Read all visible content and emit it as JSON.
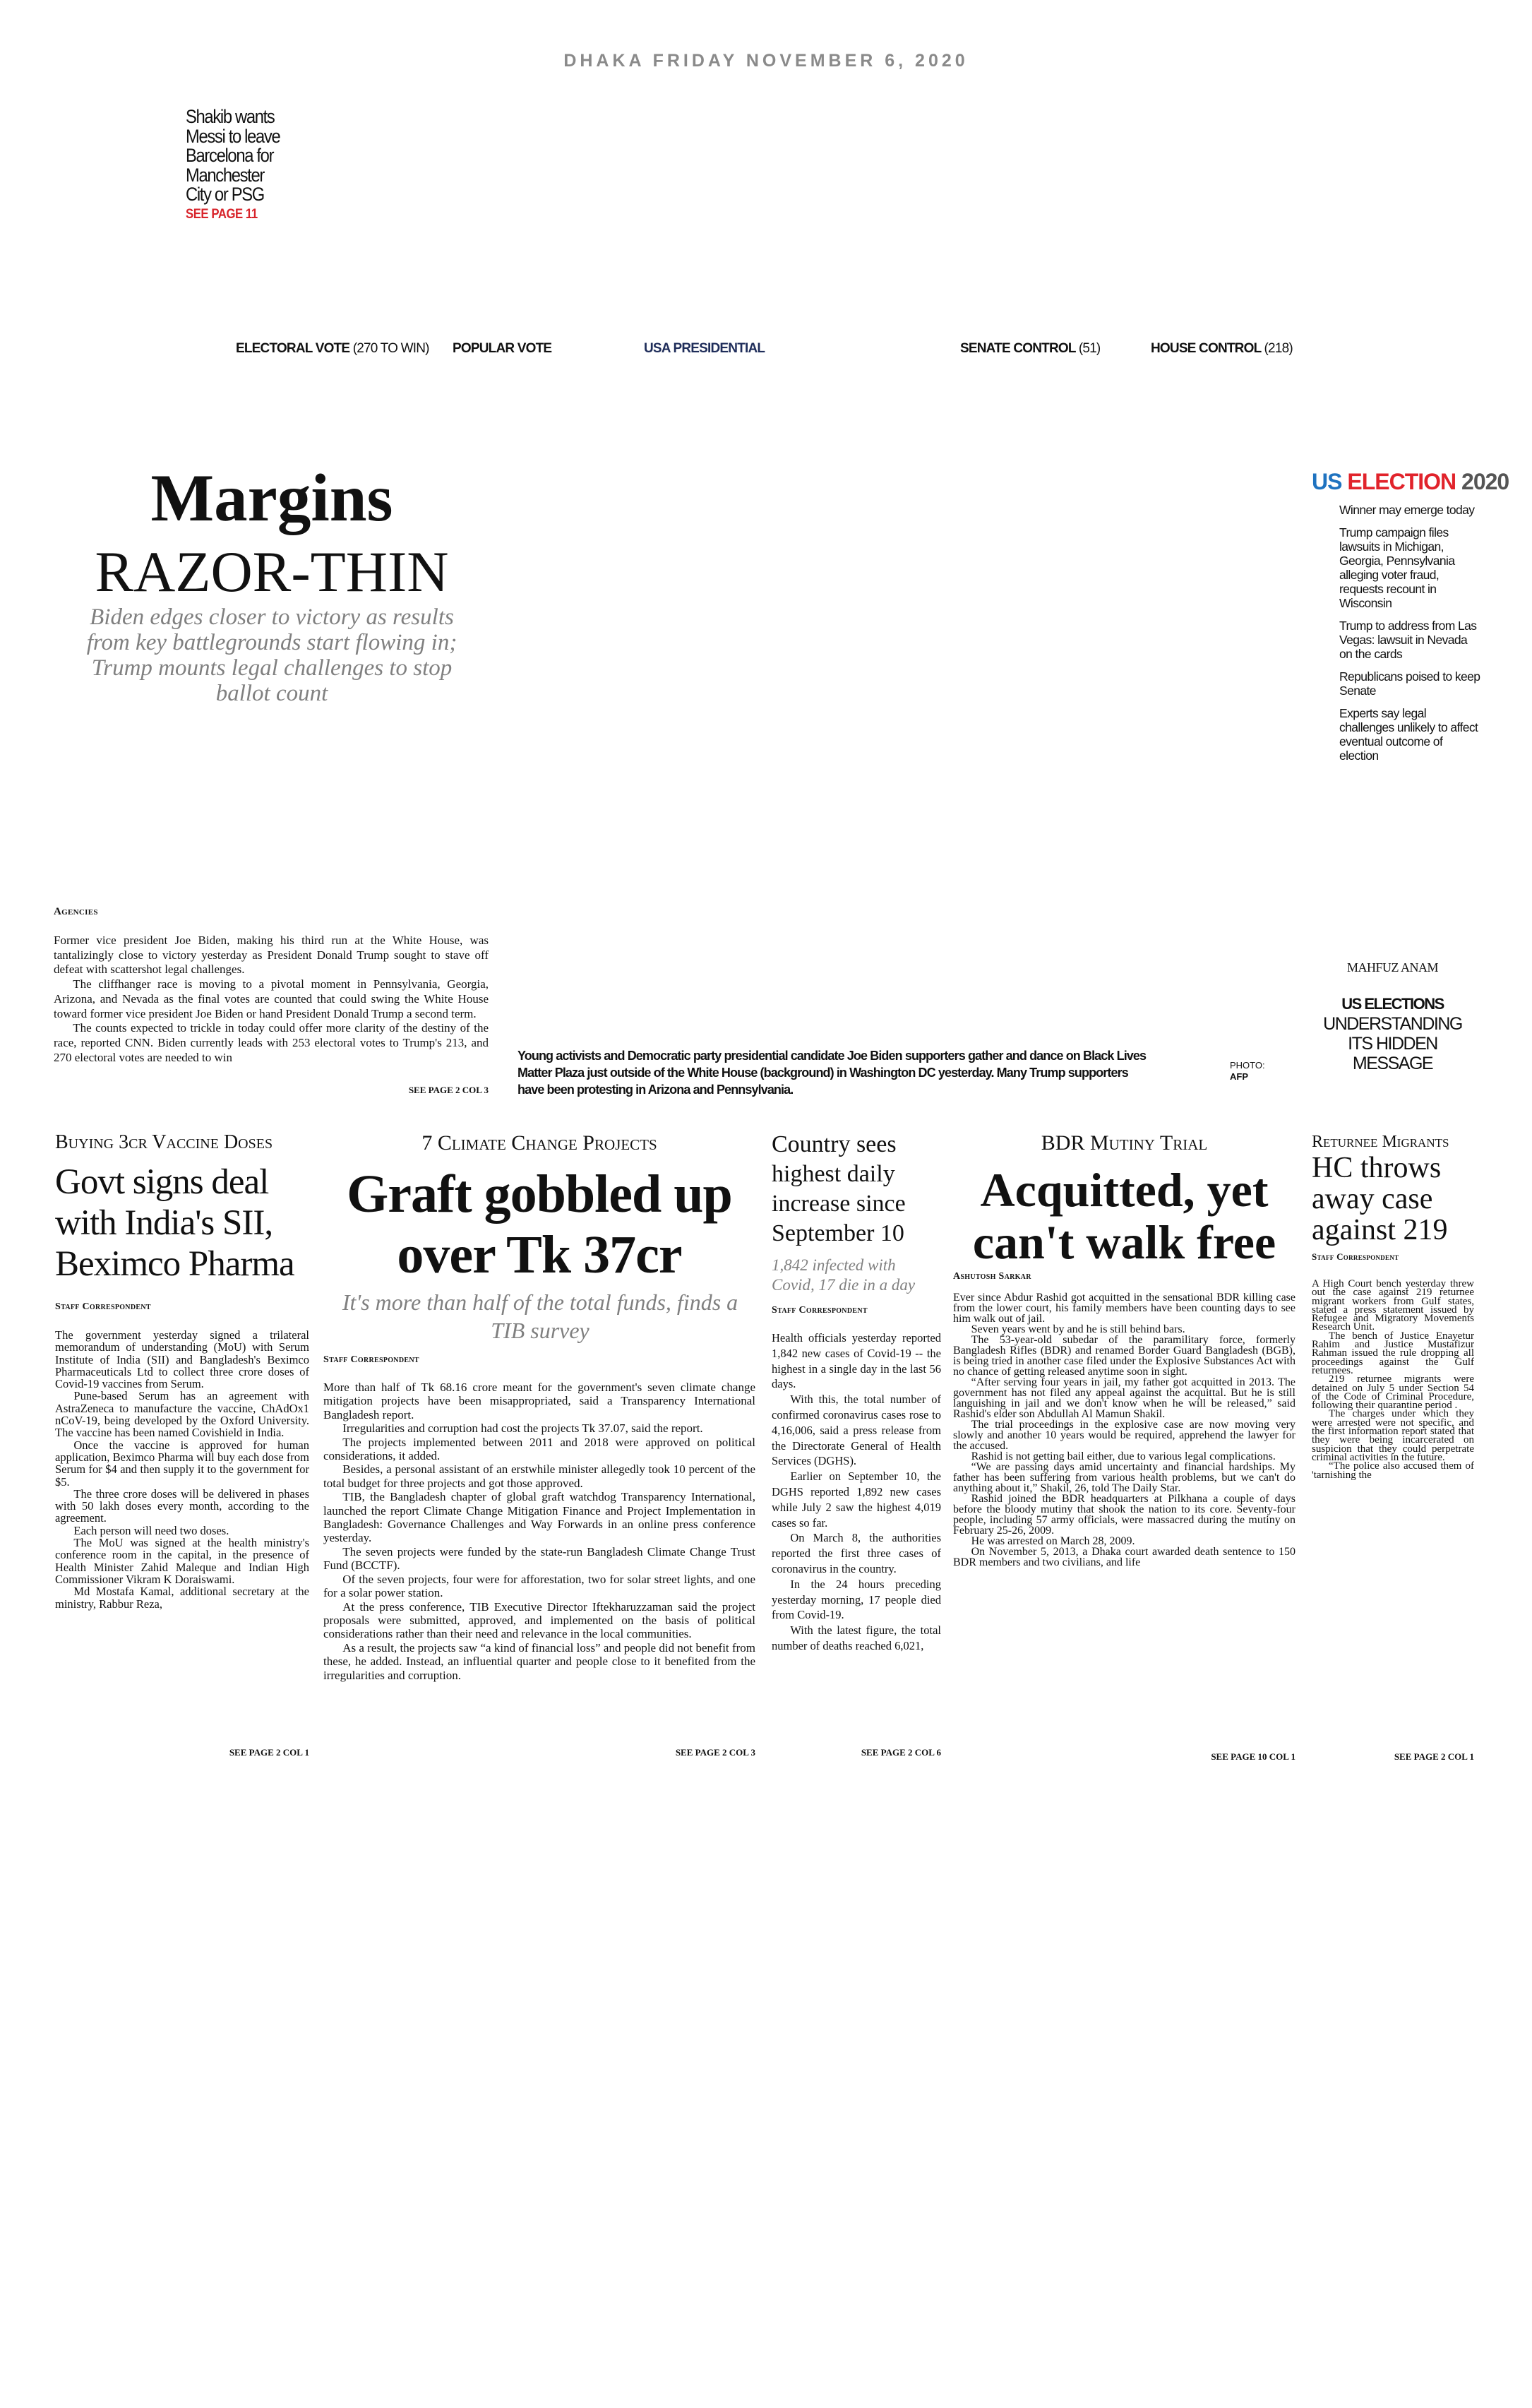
{
  "masthead": {
    "dateline": "DHAKA FRIDAY NOVEMBER 6, 2020"
  },
  "teaser": {
    "lines": [
      "Shakib wants",
      "Messi to leave",
      "Barcelona for",
      "Manchester",
      "City or PSG"
    ],
    "link": "SEE PAGE 11"
  },
  "results_bar": {
    "electoral": {
      "label": "ELECTORAL VOTE",
      "sub": "(270 TO WIN)"
    },
    "popular": {
      "label": "POPULAR VOTE"
    },
    "presidential": {
      "label": "USA PRESIDENTIAL"
    },
    "senate": {
      "label": "SENATE CONTROL",
      "sub": "(51)"
    },
    "house": {
      "label": "HOUSE CONTROL",
      "sub": "(218)"
    }
  },
  "lead": {
    "headline_1": "Margins",
    "headline_2": "RAZOR-THIN",
    "subhead": "Biden edges closer to victory as results from key battlegrounds start flowing in; Trump mounts legal challenges to stop ballot count",
    "byline": "Agencies",
    "body": [
      "Former vice president Joe Biden, making his third run at the White House, was tantalizingly close to victory yesterday as President Donald Trump sought to stave off defeat with scattershot legal challenges.",
      "The cliffhanger race is moving to a pivotal moment in Pennsylvania, Georgia, Arizona, and Nevada as the final votes are counted that could swing the White House toward former vice president Joe Biden or hand President Donald Trump a second term.",
      "The counts expected to trickle in today could offer more clarity of the destiny of the race, reported CNN. Biden currently leads with 253 electoral votes to Trump's 213, and 270 electoral votes are needed to win"
    ],
    "continued": "SEE PAGE 2 COL 3",
    "caption": "Young activists and Democratic party presidential candidate Joe Biden supporters gather and dance on Black Lives Matter Plaza just outside of the White House (background) in Washington DC yesterday. Many Trump supporters have been protesting in Arizona and Pennsylvania.",
    "photo_label": "PHOTO:",
    "photo_credit": "AFP"
  },
  "election_box": {
    "title_us": "US",
    "title_election": "ELECTION",
    "title_year": "2020",
    "bullets": [
      "Winner may emerge today",
      "Trump campaign files lawsuits in Michigan, Georgia, Pennsylvania alleging voter fraud, requests recount in Wisconsin",
      "Trump to address from Las Vegas: lawsuit in Nevada on the cards",
      "Republicans poised to keep Senate",
      "Experts say legal challenges unlikely to affect eventual outcome of election"
    ],
    "colors": {
      "us": "#1f73c0",
      "election": "#e1232b",
      "year": "#555555"
    }
  },
  "opinion": {
    "author": "MAHFUZ ANAM",
    "kicker": "US ELECTIONS",
    "title": [
      "UNDERSTANDING",
      "ITS HIDDEN",
      "MESSAGE"
    ]
  },
  "stories": [
    {
      "kicker": "Buying 3cr Vaccine Doses",
      "headline": "Govt signs deal with India's SII, Beximco Pharma",
      "byline": "Staff Correspondent",
      "body": [
        "The government yesterday signed a trilateral memorandum of understanding (MoU) with Serum Institute of India (SII) and Bangladesh's Beximco Pharmaceuticals Ltd to collect three crore doses of Covid-19 vaccines from Serum.",
        "Pune-based Serum has an agreement with AstraZeneca to manufacture the vaccine, ChAdOx1 nCoV-19, being developed by the Oxford University. The vaccine has been named Covishield in India.",
        "Once the vaccine is approved for human application, Beximco Pharma will buy each dose from Serum for $4 and then supply it to the government for $5.",
        "The three crore doses will be delivered in phases with 50 lakh doses every month, according to the agreement.",
        "Each person will need two doses.",
        "The MoU was signed at the health ministry's conference room in the capital, in the presence of Health Minister Zahid Maleque and Indian High Commissioner Vikram K Doraiswami.",
        "Md Mostafa Kamal, additional secretary at the ministry, Rabbur Reza,"
      ],
      "continued": "SEE PAGE 2 COL 1"
    },
    {
      "kicker": "7 Climate Change Projects",
      "headline": "Graft gobbled up over Tk 37cr",
      "subhead": "It's more than half of the total funds, finds a TIB survey",
      "byline": "Staff Correspondent",
      "body": [
        "More than half of Tk 68.16 crore meant for the government's seven climate change mitigation projects have been misappropriated, said a Transparency International Bangladesh report.",
        "Irregularities and corruption had cost the projects Tk 37.07, said the report.",
        "The projects implemented between 2011 and 2018 were approved on political considerations, it added.",
        "Besides, a personal assistant of an erstwhile minister allegedly took 10 percent of the total budget for three projects and got those approved.",
        "TIB, the Bangladesh chapter of global graft watchdog Transparency International, launched the report Climate Change Mitigation Finance and Project Implementation in Bangladesh: Governance Challenges and Way Forwards in an online press conference yesterday.",
        "The seven projects were funded by the state-run Bangladesh Climate Change Trust Fund (BCCTF).",
        "Of the seven projects, four were for afforestation, two for solar street lights, and one for a solar power station.",
        "At the press conference, TIB Executive Director Iftekharuzzaman said the project proposals were submitted, approved, and implemented on the basis of political considerations rather than their need and relevance in the local communities.",
        "As a result, the projects saw “a kind of financial loss” and people did not benefit from these, he added. Instead, an influential quarter and people close to it benefited from the irregularities and corruption."
      ],
      "continued": "SEE PAGE 2 COL 3"
    },
    {
      "headline": "Country sees highest daily increase since September 10",
      "subhead": "1,842 infected with Covid, 17 die in a day",
      "byline": "Staff Correspondent",
      "body": [
        "Health officials yesterday reported 1,842 new cases of Covid-19 -- the highest in a single day in the last 56 days.",
        "With this, the total number of confirmed coronavirus cases rose to 4,16,006, said a press release from the Directorate General of Health Services (DGHS).",
        "Earlier on September 10, the DGHS reported 1,892 new cases while July 2 saw the highest 4,019 cases so far.",
        "On March 8, the authorities reported the first three cases of coronavirus in the country.",
        "In the 24 hours preceding yesterday morning, 17 people died from Covid-19.",
        "With the latest figure, the total number of deaths reached 6,021,"
      ],
      "continued": "SEE PAGE 2 COL 6"
    },
    {
      "kicker": "BDR Mutiny Trial",
      "headline": "Acquitted, yet can't walk free",
      "byline": "Ashutosh Sarkar",
      "body": [
        "Ever since Abdur Rashid got acquitted in the sensational BDR killing case from the lower court, his family members have been counting days to see him walk out of jail.",
        "Seven years went by and he is still behind bars.",
        "The 53-year-old subedar of the paramilitary force, formerly Bangladesh Rifles (BDR) and renamed Border Guard Bangladesh (BGB), is being tried in another case filed under the Explosive Substances Act with no chance of getting released anytime soon in sight.",
        "“After serving four years in jail, my father got acquitted in 2013. The government has not filed any appeal against the acquittal. But he is still languishing in jail and we don't know when he will be released,” said Rashid's elder son Abdullah Al Mamun Shakil.",
        "The trial proceedings in the explosive case are now moving very slowly and another 10 years would be required, apprehend the lawyer for the accused.",
        "Rashid is not getting bail either, due to various legal complications.",
        "“We are passing days amid uncertainty and financial hardships. My father has been suffering from various health problems, but we can't do anything about it,” Shakil, 26, told The Daily Star.",
        "Rashid joined the BDR headquarters at Pilkhana a couple of days before the bloody mutiny that shook the nation to its core. Seventy-four people, including 57 army officials, were massacred during the mutiny on February 25-26, 2009.",
        "He was arrested on March 28, 2009.",
        "On November 5, 2013, a Dhaka court awarded death sentence to 150 BDR members and two civilians, and life"
      ],
      "continued": "SEE PAGE 10 COL 1"
    },
    {
      "kicker": "Returnee Migrants",
      "headline": "HC throws away case against 219",
      "byline": "Staff Correspondent",
      "body": [
        "A High Court bench yesterday threw out the case against 219 returnee migrant workers from Gulf states, stated a press statement issued by Refugee and Migratory Movements Research Unit.",
        "The bench of Justice Enayetur Rahim and Justice Mustafizur Rahman issued the rule dropping all proceedings against the Gulf returnees.",
        "219 returnee migrants were detained on July 5 under Section 54 of the Code of Criminal Procedure, following their quarantine period .",
        "The charges under which they were arrested were not specific, and the first information report stated that they were being incarcerated on suspicion that they could perpetrate criminal activities in the future.",
        "“The police also accused them of 'tarnishing the"
      ],
      "continued": "SEE PAGE 2 COL 1"
    }
  ]
}
